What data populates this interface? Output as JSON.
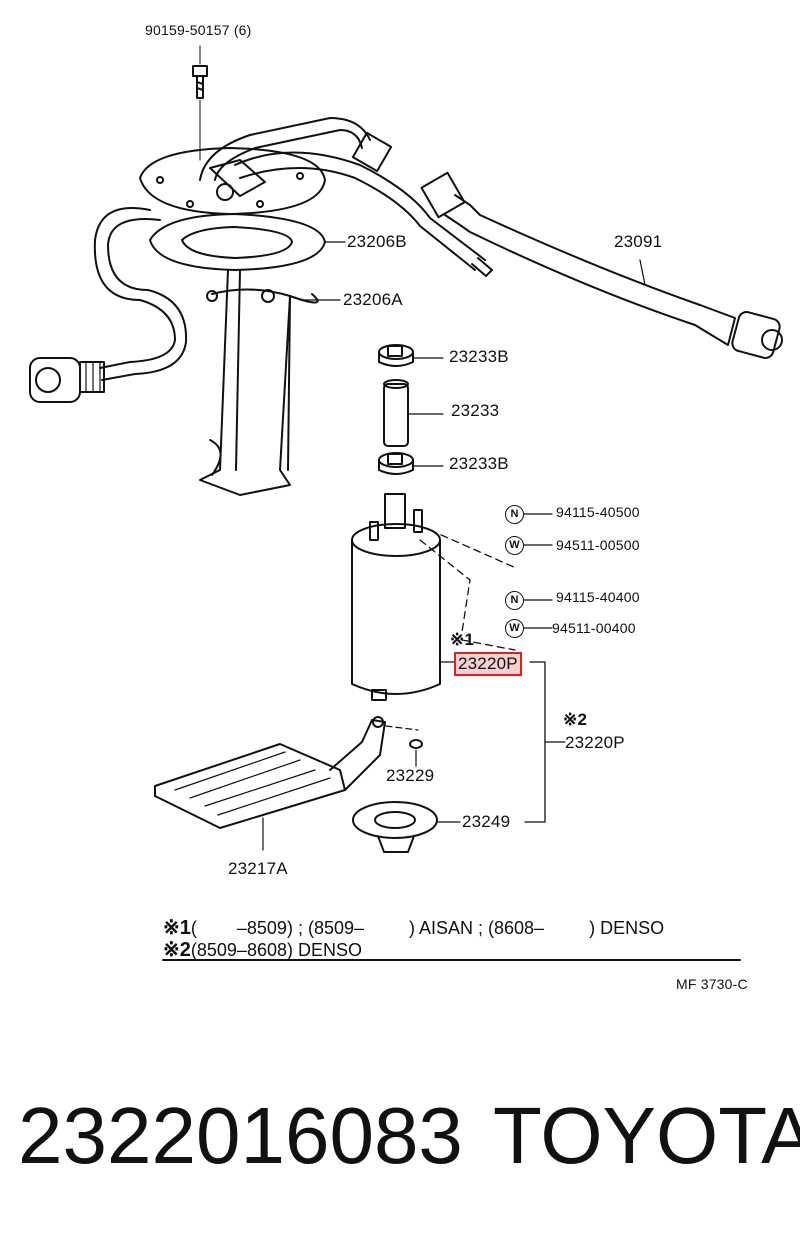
{
  "labels": {
    "bolt": "90159-50157 (6)",
    "gasket": "23206B",
    "bracket": "23206A",
    "hose_assembly": "23091",
    "clamp_top": "23233B",
    "hose": "23233",
    "clamp_bottom": "23233B",
    "nut1": "94115-40500",
    "washer1": "94511-00500",
    "nut2": "94115-40400",
    "washer2": "94511-00400",
    "pump_mark": "※1",
    "pump": "23220P",
    "pump2_mark": "※2",
    "pump2": "23220P",
    "gasket_small": "23229",
    "cushion": "23249",
    "filter": "23217A",
    "symbol_n": "N",
    "symbol_w": "W"
  },
  "notes": {
    "note1_mark": "※1",
    "note1_text": "(        –8509) ; (8509–         ) AISAN ; (8608–         ) DENSO",
    "note2_mark": "※2",
    "note2_text": "(8509–8608) DENSO",
    "figure_code": "MF 3730-C"
  },
  "footer": {
    "part_number": "2322016083",
    "brand": "TOYOTA"
  },
  "colors": {
    "highlight_border": "#e02020",
    "highlight_fill": "#f4d0d0",
    "ink": "#111111"
  }
}
